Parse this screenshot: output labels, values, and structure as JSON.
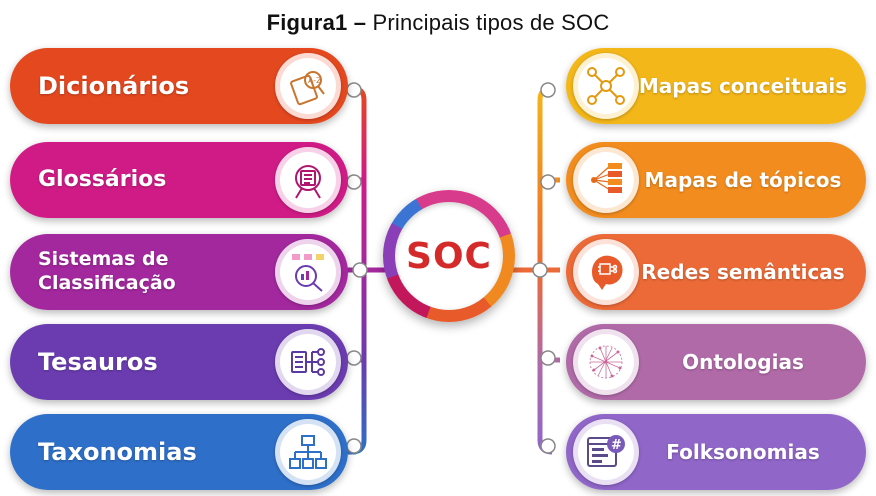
{
  "caption": {
    "bold": "Figura1 –",
    "text": "Principais tipos de SOC"
  },
  "center": {
    "label": "SOC"
  },
  "left_items": [
    {
      "label": "Dicionários",
      "color": "#e4481f",
      "icon": "dictionary-icon"
    },
    {
      "label": "Glossários",
      "color": "#d01b86",
      "icon": "glossary-icon"
    },
    {
      "label": "Sistemas de Classificação",
      "color": "#a3289e",
      "icon": "classification-icon"
    },
    {
      "label": "Tesauros",
      "color": "#6a3cb0",
      "icon": "thesaurus-icon"
    },
    {
      "label": "Taxonomias",
      "color": "#2e6fc9",
      "icon": "taxonomy-icon"
    }
  ],
  "right_items": [
    {
      "label": "Mapas conceituais",
      "color": "#f3b719",
      "icon": "concept-map-icon"
    },
    {
      "label": "Mapas de tópicos",
      "color": "#f28c1e",
      "icon": "topic-map-icon"
    },
    {
      "label": "Redes semânticas",
      "color": "#ec6a37",
      "icon": "semantic-network-icon"
    },
    {
      "label": "Ontologias",
      "color": "#b06aa8",
      "icon": "ontology-icon"
    },
    {
      "label": "Folksonomias",
      "color": "#9066c9",
      "icon": "folksonomy-icon"
    }
  ]
}
